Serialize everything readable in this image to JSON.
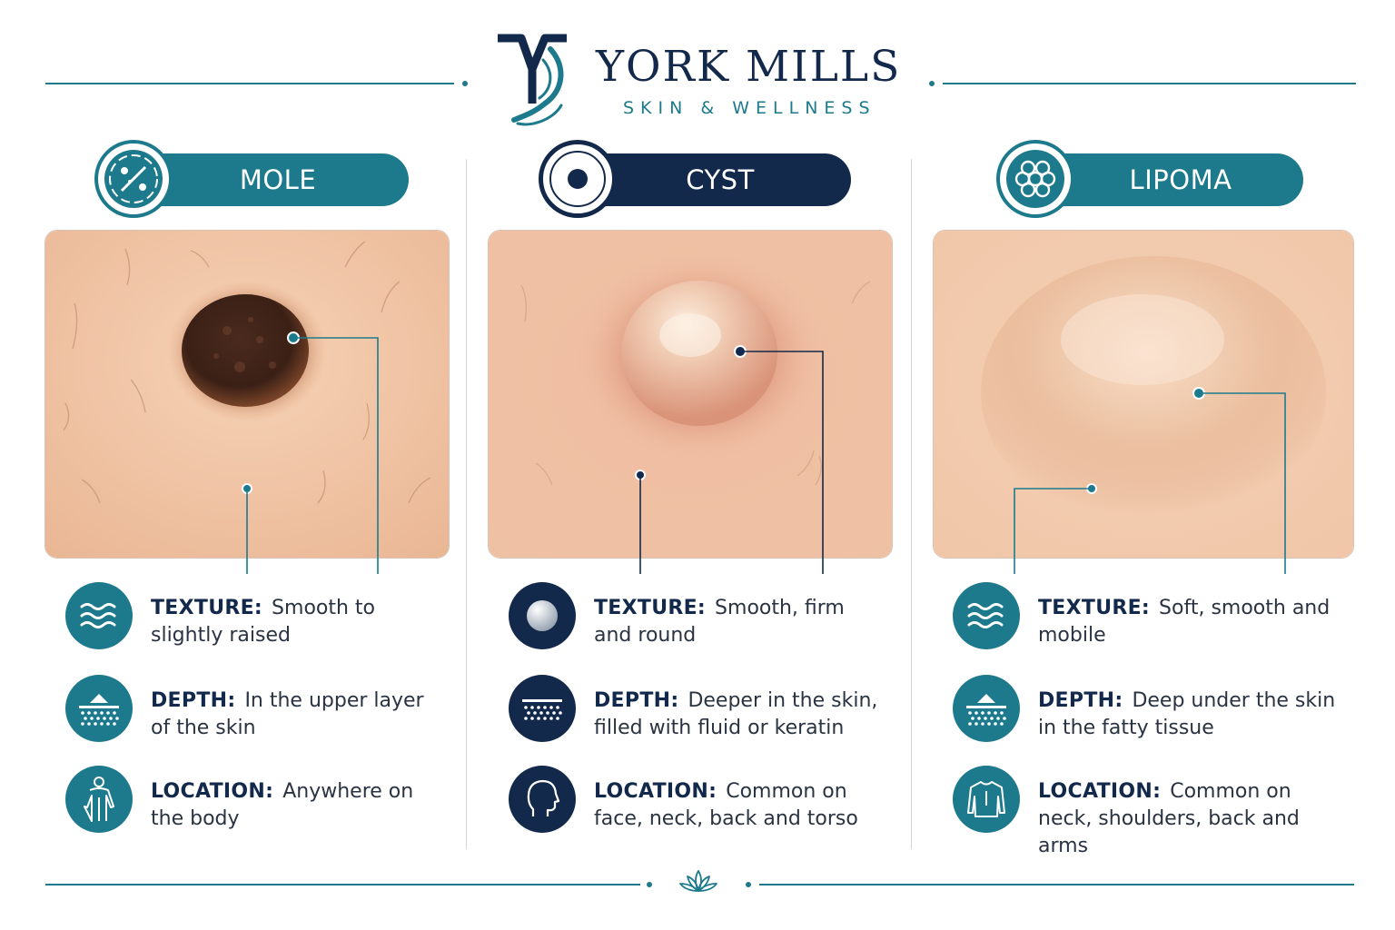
{
  "brand": {
    "name": "YORK MILLS",
    "tagline": "SKIN & WELLNESS",
    "logo_icon": "ym-monogram-icon"
  },
  "colors": {
    "teal": "#1d7a8c",
    "navy": "#13294b",
    "skin": "#efc4a4"
  },
  "columns": [
    {
      "title": "MOLE",
      "header_icon": "mole-dots-icon",
      "rows": [
        {
          "label": "TEXTURE:",
          "text": "Smooth to slightly raised",
          "icon": "waves-icon"
        },
        {
          "label": "DEPTH:",
          "text": "In the upper layer of the skin",
          "icon": "skin-layer-icon"
        },
        {
          "label": "LOCATION:",
          "text": "Anywhere on the body",
          "icon": "body-outline-icon"
        }
      ]
    },
    {
      "title": "CYST",
      "header_icon": "target-dot-icon",
      "rows": [
        {
          "label": "TEXTURE:",
          "text": "Smooth, firm and round",
          "icon": "sphere-icon"
        },
        {
          "label": "DEPTH:",
          "text": "Deeper in the skin, filled with fluid or keratin",
          "icon": "skin-layer-icon"
        },
        {
          "label": "LOCATION:",
          "text": "Common on face, neck, back and torso",
          "icon": "head-profile-icon"
        }
      ]
    },
    {
      "title": "LIPOMA",
      "header_icon": "fat-cells-icon",
      "rows": [
        {
          "label": "TEXTURE:",
          "text": "Soft, smooth and mobile",
          "icon": "waves-icon"
        },
        {
          "label": "DEPTH:",
          "text": "Deep under the skin in the fatty tissue",
          "icon": "skin-layer-icon"
        },
        {
          "label": "LOCATION:",
          "text": "Common on neck, shoulders, back and arms",
          "icon": "torso-outline-icon"
        }
      ]
    }
  ],
  "footer": {
    "icon": "lotus-icon"
  }
}
